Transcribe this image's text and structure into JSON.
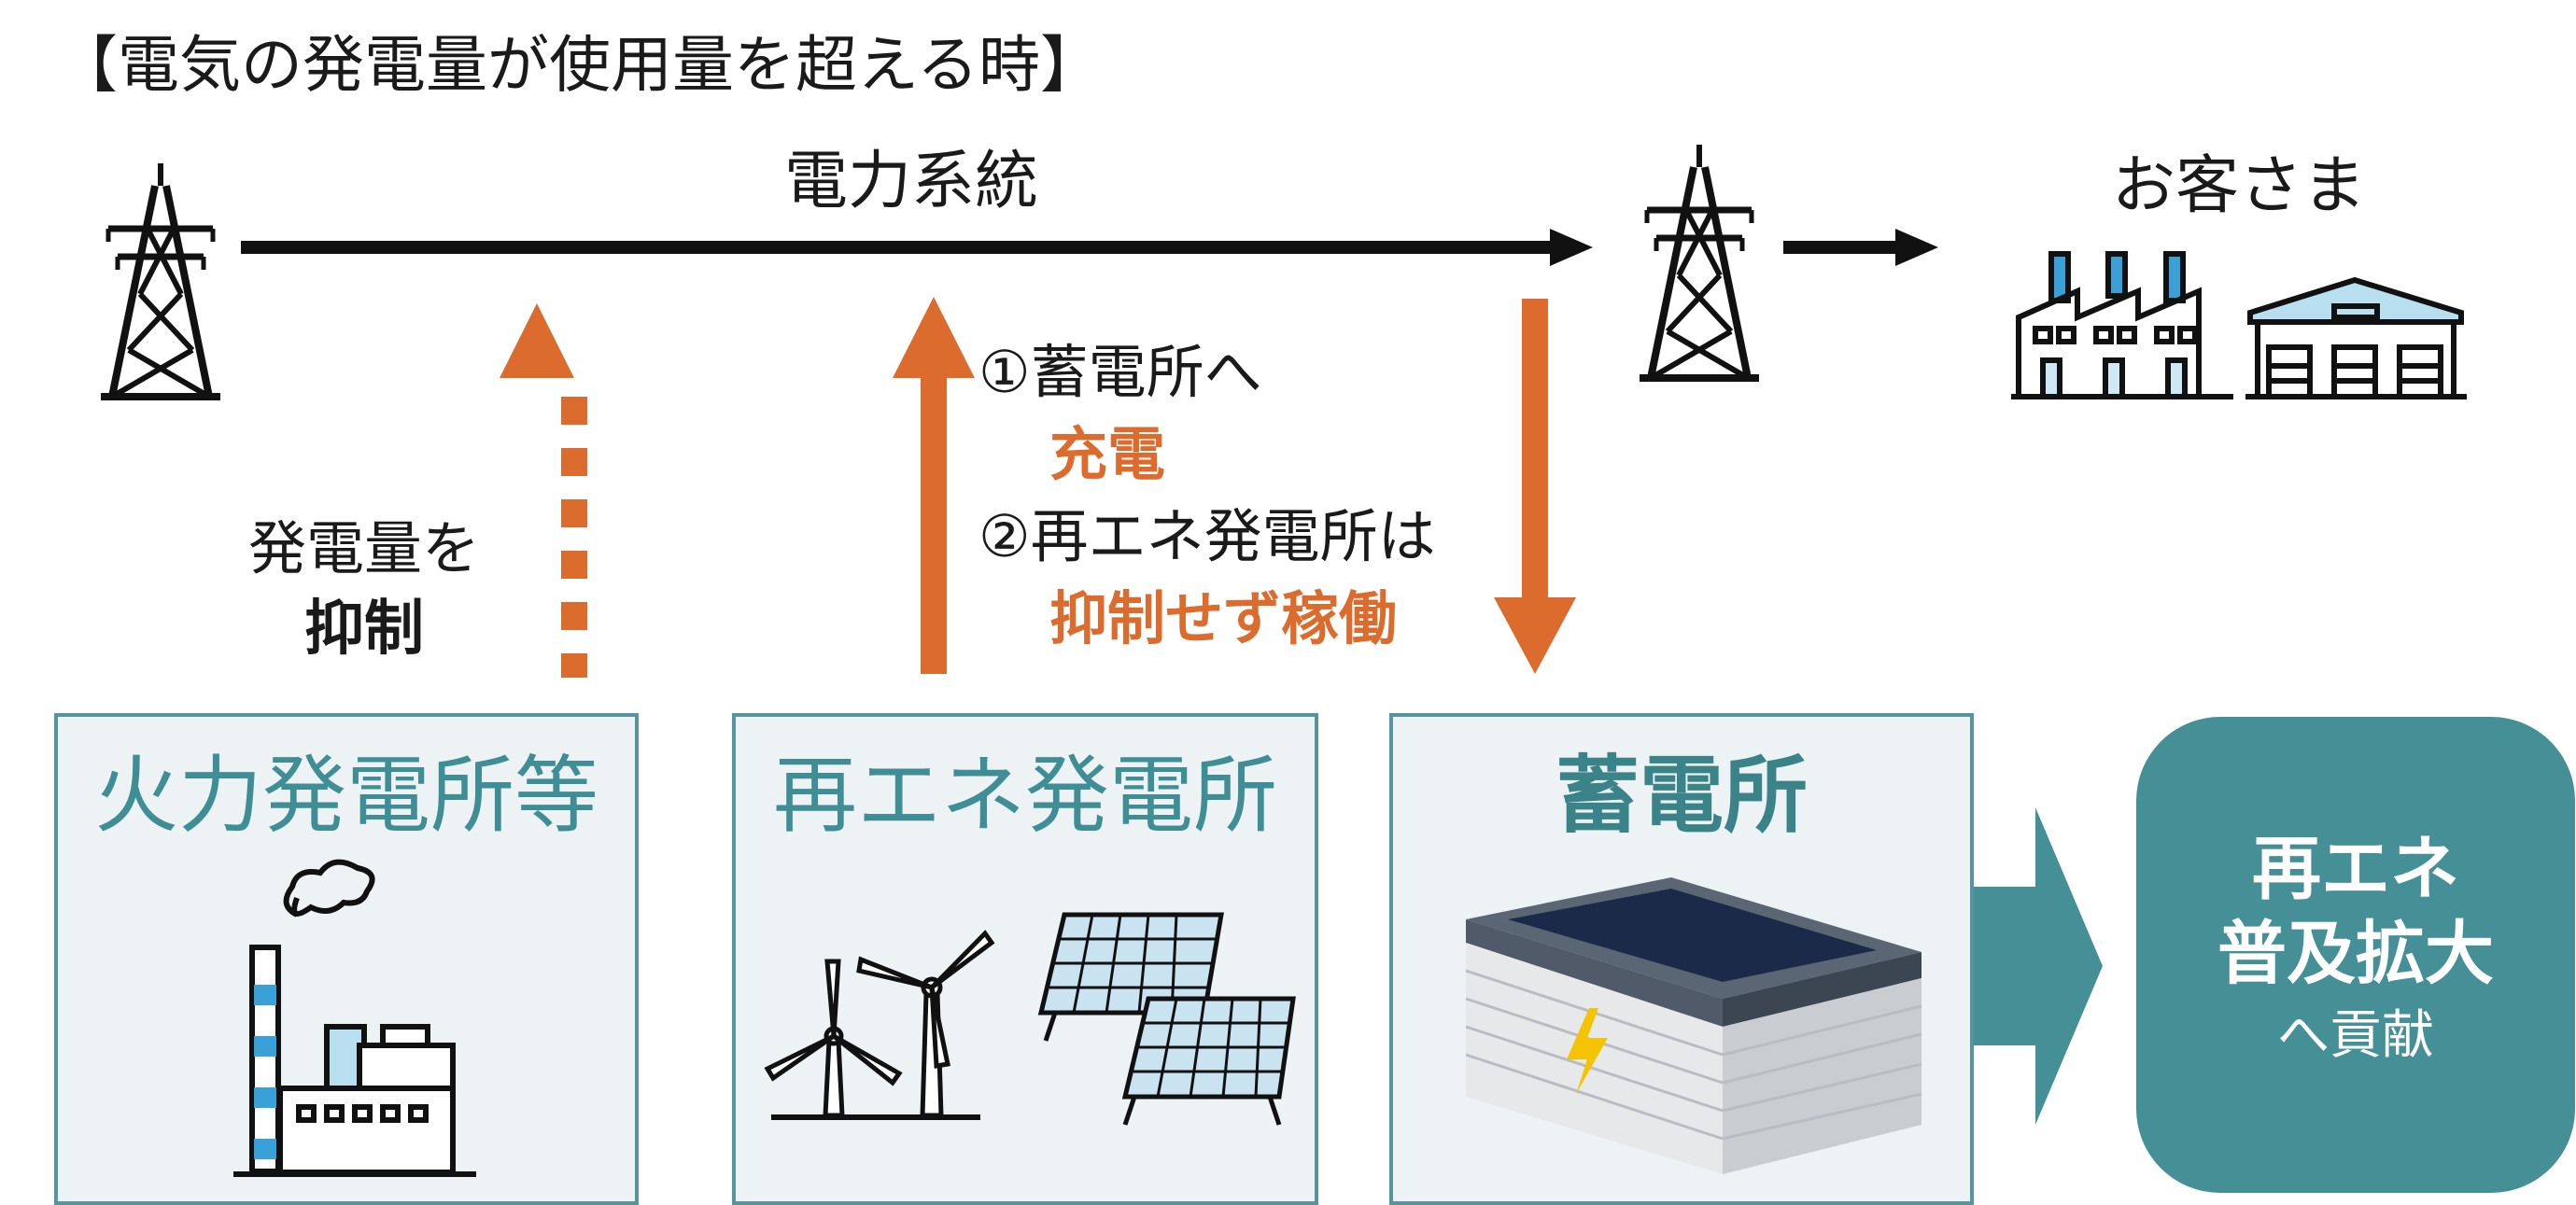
{
  "heading": "【電気の発電量が使用量を超える時】",
  "grid_label": "電力系統",
  "customers_label": "お客さま",
  "suppress": {
    "line1": "発電量を",
    "line2": "抑制"
  },
  "annotation": {
    "item1": "①蓄電所へ",
    "item1_emphasis": "充電",
    "item2": "②再エネ発電所は",
    "item2_emphasis": "抑制せず稼働"
  },
  "boxes": {
    "thermal": "火力発電所等",
    "renewable": "再エネ発電所",
    "storage": "蓄電所"
  },
  "result": {
    "line1": "再エネ",
    "line2": "普及拡大",
    "line3": "へ貢献"
  },
  "colors": {
    "accent_orange": "#dc6c2e",
    "teal": "#458f96",
    "box_bg": "#edf3f5",
    "box_border": "#55969e"
  }
}
